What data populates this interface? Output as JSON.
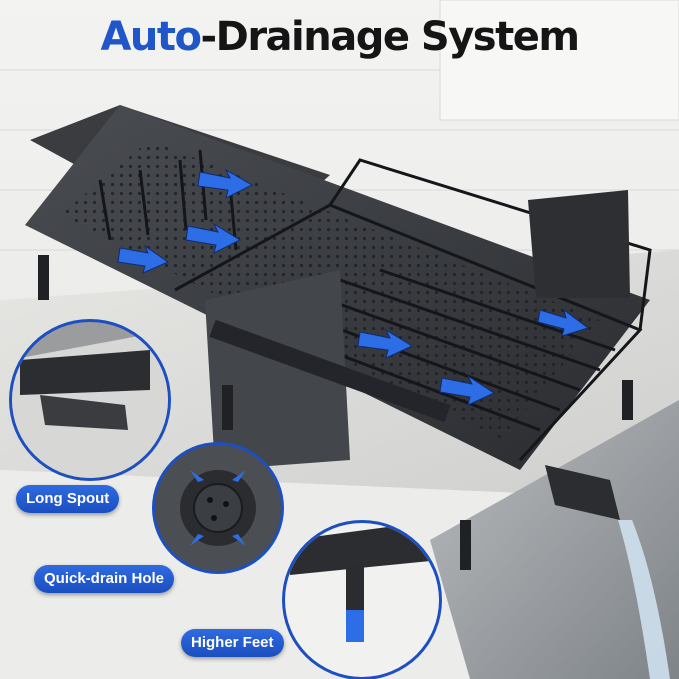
{
  "title": {
    "part1": "Auto",
    "part2": "-Drainage System"
  },
  "callouts": {
    "spout": "Long Spout",
    "hole": "Quick-drain Hole",
    "feet": "Higher Feet"
  },
  "colors": {
    "accent": "#1f57c8",
    "rack": "#2a2c30",
    "wall": "#eeeeec",
    "counter": "#dcdcd9"
  }
}
